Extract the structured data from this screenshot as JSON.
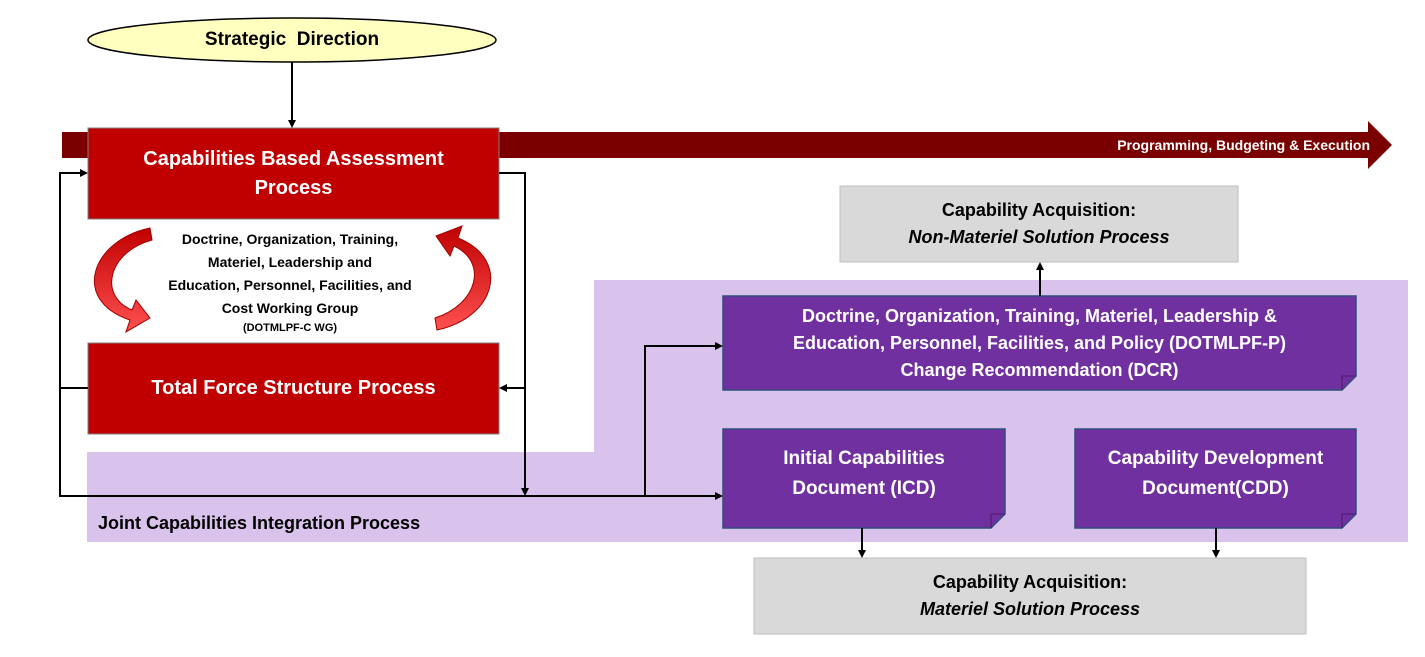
{
  "strategic_direction": "Strategic  Direction",
  "timeline_label": "Programming, Budgeting & Execution",
  "cba": {
    "line1": "Capabilities Based Assessment",
    "line2": "Process"
  },
  "working_group": {
    "lines": [
      "Doctrine, Organization, Training,",
      "Materiel, Leadership and",
      "Education, Personnel, Facilities, and",
      "Cost Working Group"
    ],
    "abbrev": "(DOTMLPF-C WG)"
  },
  "total_force": "Total Force Structure Process",
  "jcip_label": "Joint Capabilities Integration Process",
  "dcr": {
    "lines": [
      "Doctrine, Organization, Training, Materiel, Leadership &",
      "Education, Personnel, Facilities, and Policy (DOTMLPF-P)",
      "Change Recommendation (DCR)"
    ]
  },
  "icd": {
    "line1": "Initial Capabilities",
    "line2": "Document (ICD)"
  },
  "cdd": {
    "line1": "Capability Development",
    "line2": "Document(CDD)"
  },
  "non_materiel": {
    "line1": "Capability Acquisition:",
    "line2": "Non-Materiel Solution Process"
  },
  "materiel": {
    "line1": "Capability Acquisition:",
    "line2": "Materiel Solution Process"
  },
  "colors": {
    "red_box": "#c00000",
    "timeline": "#7a0000",
    "purple_box": "#7030a0",
    "lavender": "#d9c2eb",
    "gray_box": "#d9d9d9",
    "ellipse": "#ffffc0"
  }
}
